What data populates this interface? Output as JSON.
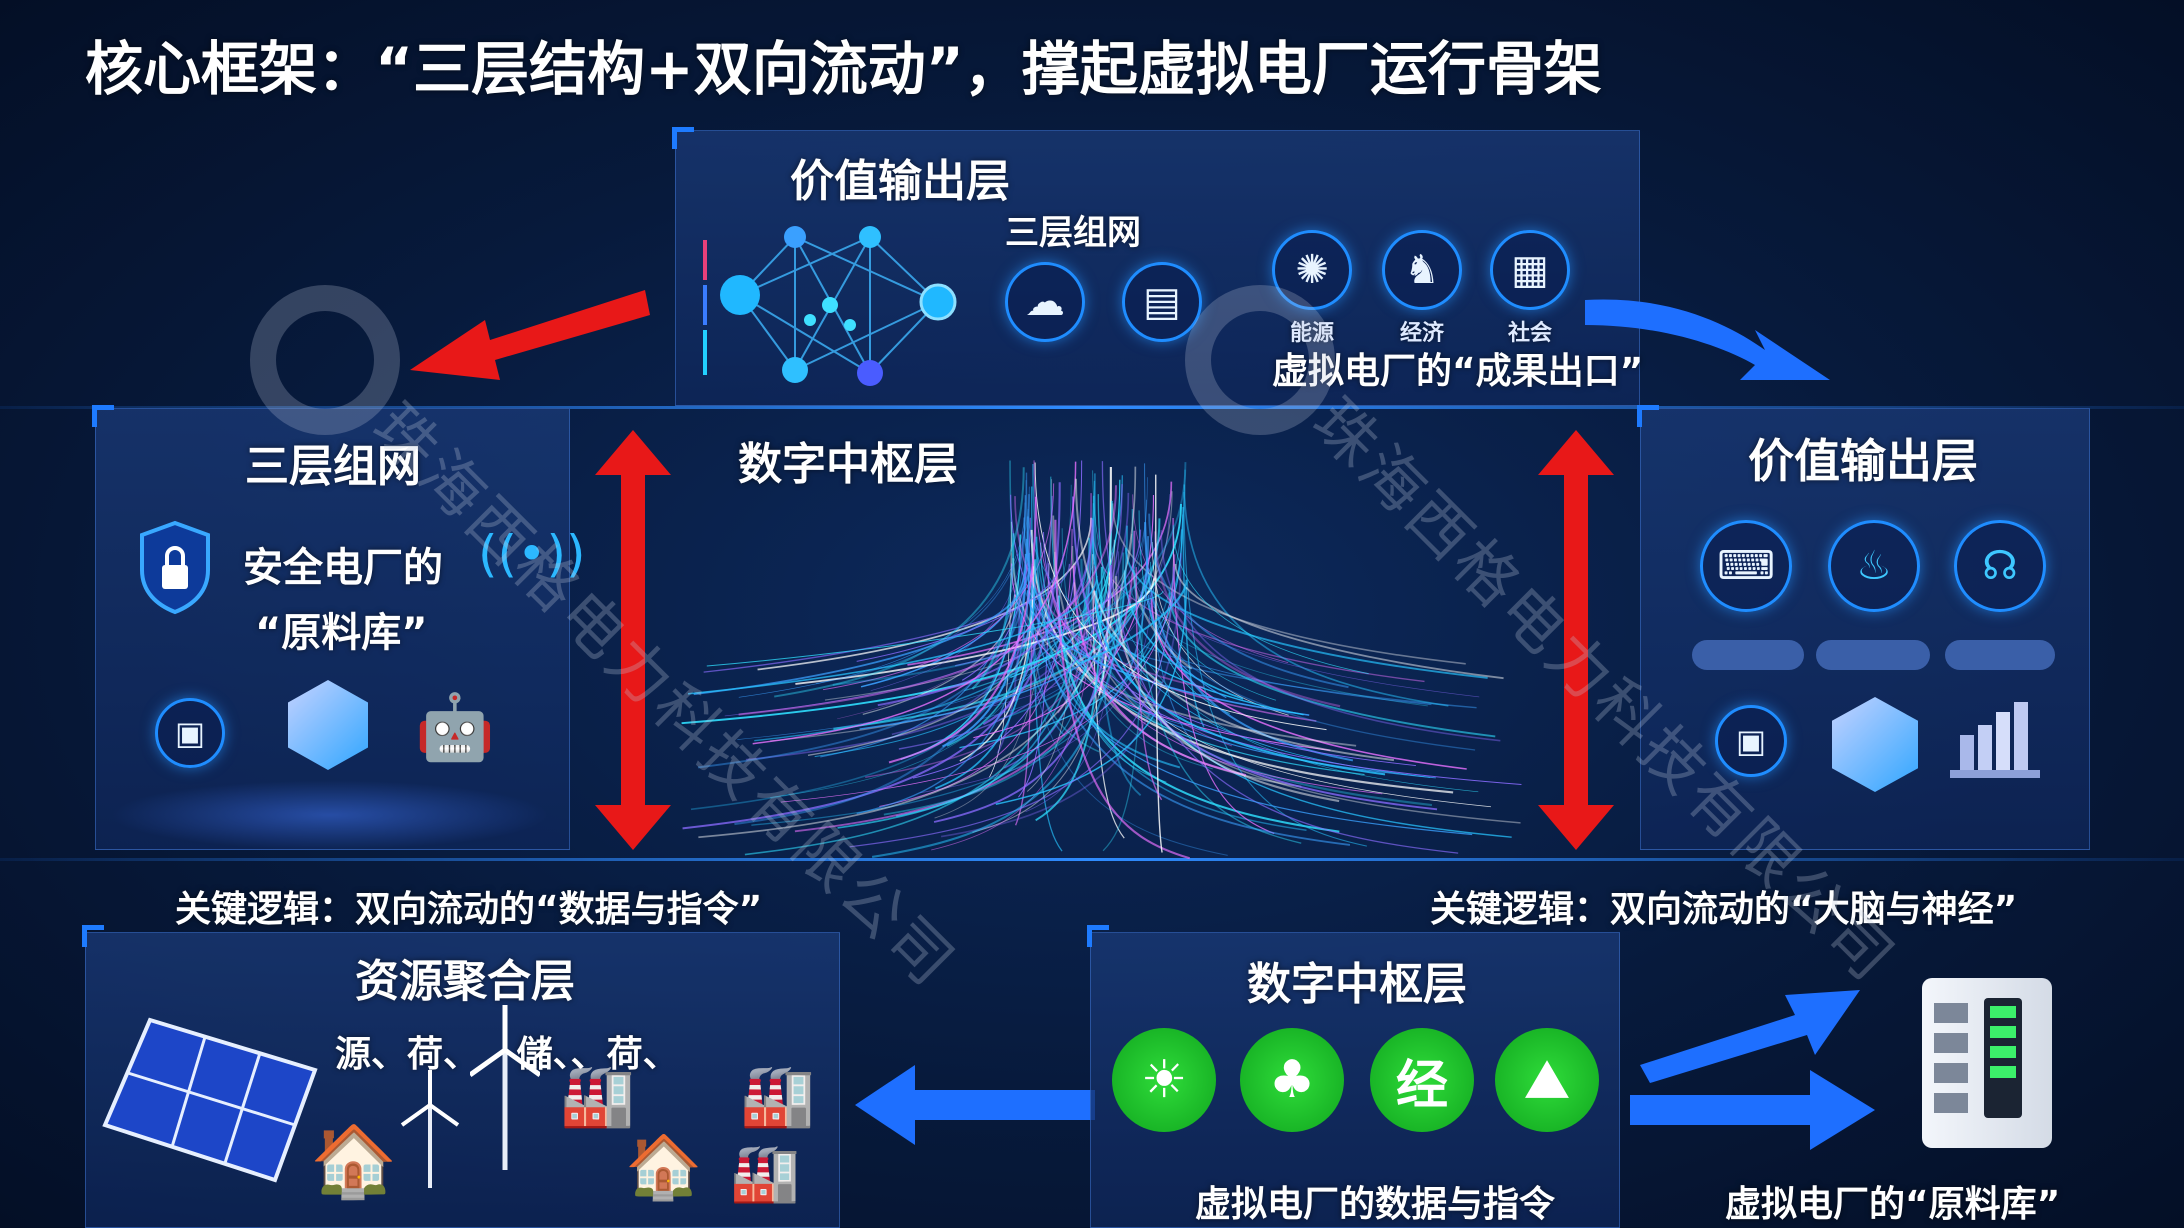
{
  "title": "核心框架：“三层结构+双向流动”，撑起虚拟电厂运行骨架",
  "top_panel": {
    "heading": "价值输出层",
    "subheading": "三层组网",
    "icons": [
      {
        "label": "能源"
      },
      {
        "label": "经济"
      },
      {
        "label": "社会"
      }
    ],
    "caption": "虚拟电厂的“成果出口”"
  },
  "left_panel": {
    "heading": "三层组网",
    "caption_line1": "安全电厂的",
    "caption_line2": "“原料库”"
  },
  "center": {
    "heading": "数字中枢层"
  },
  "right_panel": {
    "heading": "价值输出层"
  },
  "logic_left": "关键逻辑：双向流动的“数据与指令”",
  "logic_right": "关键逻辑：双向流动的“大脑与神经”",
  "bottom_left": {
    "heading": "资源聚合层",
    "items": "源、荷、   儲、、荷、"
  },
  "bottom_center": {
    "heading": "数字中枢层",
    "glyph": "经",
    "caption": "虚拟电厂的数据与指令"
  },
  "bottom_right": {
    "caption": "虚拟电厂的“原料库”"
  },
  "watermark": "珠海西格电力科技有限公司",
  "colors": {
    "accent": "#1e7bff",
    "red_arrow": "#e81818",
    "green": "#1fc42c"
  }
}
